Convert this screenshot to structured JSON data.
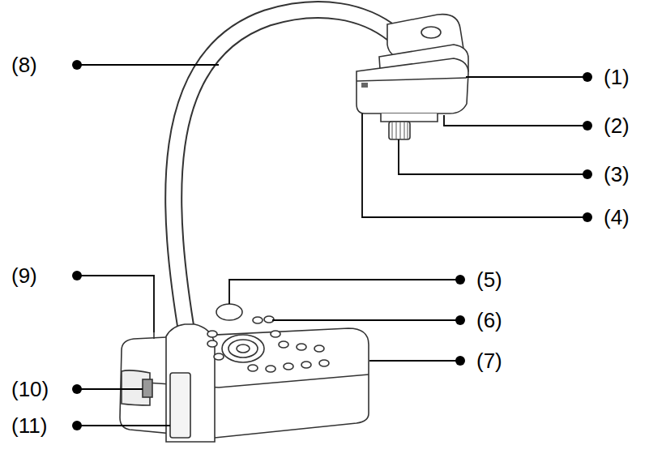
{
  "diagram": {
    "labels": [
      "(1)",
      "(2)",
      "(3)",
      "(4)",
      "(5)",
      "(6)",
      "(7)",
      "(8)",
      "(9)",
      "(10)",
      "(11)"
    ]
  }
}
